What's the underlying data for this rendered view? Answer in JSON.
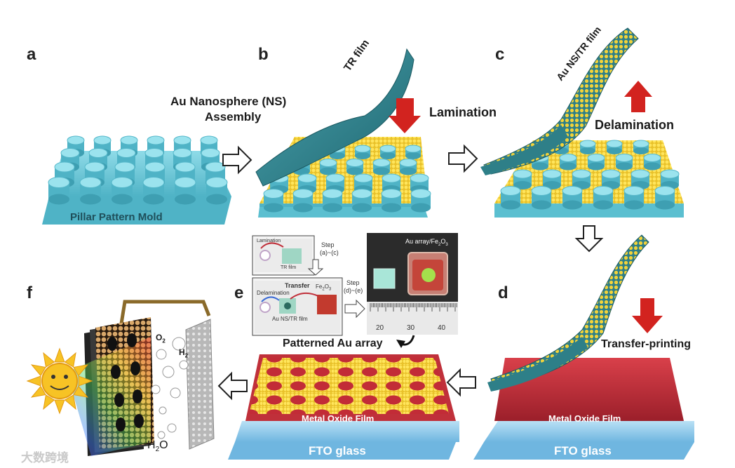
{
  "panels": {
    "a": "a",
    "b": "b",
    "c": "c",
    "d": "d",
    "e": "e",
    "f": "f"
  },
  "labels": {
    "pillar_mold": "Pillar Pattern Mold",
    "au_ns_assembly_line1": "Au Nanosphere (NS)",
    "au_ns_assembly_line2": "Assembly",
    "tr_film": "TR film",
    "lamination": "Lamination",
    "au_ns_tr_film": "Au NS/TR film",
    "delamination": "Delamination",
    "transfer_printing": "Transfer-printing",
    "metal_oxide_film_d": "Metal Oxide Film",
    "metal_oxide_film_e": "Metal Oxide Film",
    "fto_glass_d": "FTO glass",
    "fto_glass_e": "FTO glass",
    "patterned_au_array": "Patterned Au array",
    "o2": "O",
    "o2_sub": "2",
    "h2": "H",
    "h2_sub": "2",
    "h2o": "H",
    "h2o_sub": "2",
    "h2o_o": "O"
  },
  "inset": {
    "lamination": "Lamination",
    "tr_film": "TR film",
    "step1_line1": "Step",
    "step1_line2": "(a)~(c)",
    "transfer": "Transfer",
    "fe2o3": "Fe",
    "fe2o3_sub1": "2",
    "fe2o3_o": "O",
    "fe2o3_sub2": "3",
    "delamination": "Delamination",
    "au_ns_tr_film": "Au NS/TR film",
    "step2_line1": "Step",
    "step2_line2": "(d)~(e)",
    "photo_title": "Au array/Fe",
    "photo_title_sub1": "2",
    "photo_title_o": "O",
    "photo_title_sub2": "3",
    "ruler_20": "20",
    "ruler_30": "30",
    "ruler_40": "40"
  },
  "watermark": "大数跨境",
  "colors": {
    "teal": "#5bbfd0",
    "teal_dark": "#2f8a9b",
    "film": "#2e7f88",
    "gold": "#f3d33a",
    "oxide": "#c0303a",
    "glass": "#8cc8ea",
    "arrow_red": "#d2231f"
  }
}
